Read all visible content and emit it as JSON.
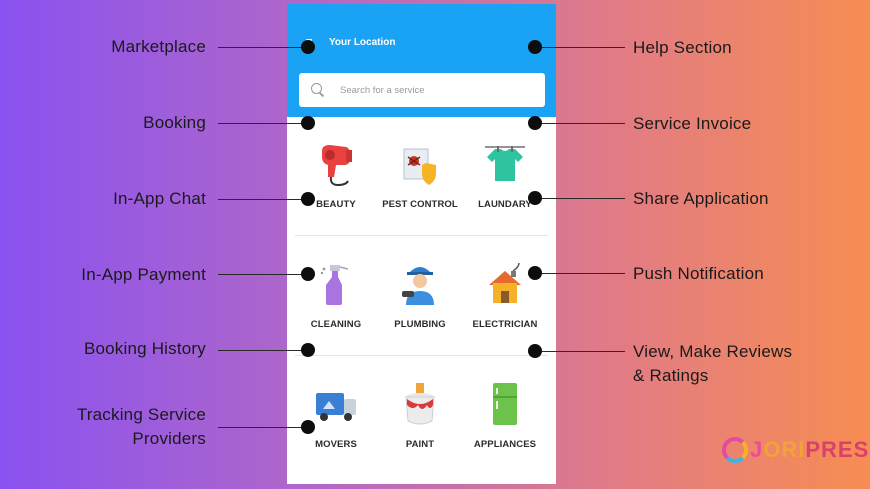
{
  "left_features": [
    {
      "text": "Marketplace"
    },
    {
      "text": "Booking"
    },
    {
      "text": "In-App Chat"
    },
    {
      "text": "In-App Payment"
    },
    {
      "text": "Booking History"
    },
    {
      "text": "Tracking Service Providers",
      "line1": "Tracking Service",
      "line2": "Providers"
    }
  ],
  "right_features": [
    {
      "text": "Help Section"
    },
    {
      "text": "Service Invoice"
    },
    {
      "text": "Share Application"
    },
    {
      "text": "Push Notification"
    },
    {
      "text": "View, Make Reviews & Ratings",
      "line1": "View, Make Reviews",
      "line2": "& Ratings"
    }
  ],
  "app": {
    "header": {
      "location_label": "Your Location",
      "search_placeholder": "Search for a service"
    },
    "services": [
      {
        "label": "BEAUTY",
        "icon": "hair-dryer-icon"
      },
      {
        "label": "PEST CONTROL",
        "icon": "pest-control-icon"
      },
      {
        "label": "LAUNDARY",
        "icon": "tshirt-icon"
      },
      {
        "label": "CLEANING",
        "icon": "spray-bottle-icon"
      },
      {
        "label": "PLUMBING",
        "icon": "plumber-icon"
      },
      {
        "label": "ELECTRICIAN",
        "icon": "house-plug-icon"
      },
      {
        "label": "MOVERS",
        "icon": "truck-icon"
      },
      {
        "label": "PAINT",
        "icon": "paint-bucket-icon"
      },
      {
        "label": "APPLIANCES",
        "icon": "fridge-icon"
      }
    ]
  },
  "brand": {
    "part1": "J",
    "part2": "ORI",
    "part3": "PRESS"
  },
  "colors": {
    "header_blue": "#1aa3f5",
    "gradient_left": "#8a52f0",
    "gradient_right": "#f78d52"
  }
}
